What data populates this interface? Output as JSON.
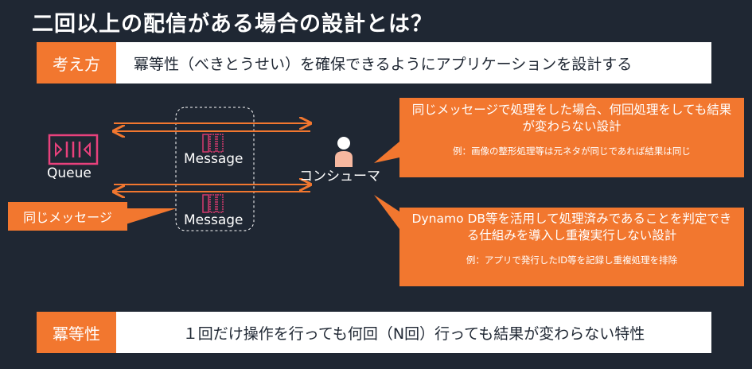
{
  "title": "二回以上の配信がある場合の設計とは？",
  "approach": {
    "tag": "考え方",
    "text": "冪等性（べきとうせい）を確保できるようにアプリケーションを設計する"
  },
  "diagram": {
    "queue_label": "Queue",
    "message_label_1": "Message",
    "message_label_2": "Message",
    "consumer_label": "コンシューマ",
    "same_message_label": "同じメッセージ"
  },
  "callout1": {
    "main": "同じメッセージで処理をした場合、何回処理をしても結果が変わらない設計",
    "example": "例：画像の整形処理等は元ネタが同じであれば結果は同じ"
  },
  "callout2": {
    "main": "Dynamo DB等を活用して処理済みであることを判定できる仕組みを導入し重複実行しない設計",
    "example": "例：アプリで発行したID等を記録し重複処理を排除"
  },
  "definition": {
    "tag": "冪等性",
    "text": "１回だけ操作を行っても何回（N回）行っても結果が変わらない特性"
  },
  "colors": {
    "background": "#1f2733",
    "accent": "#f2772f",
    "queue_icon": "#e8417c",
    "message_icon": "#d63a6e",
    "consumer_icon": "#f7b8a0"
  }
}
